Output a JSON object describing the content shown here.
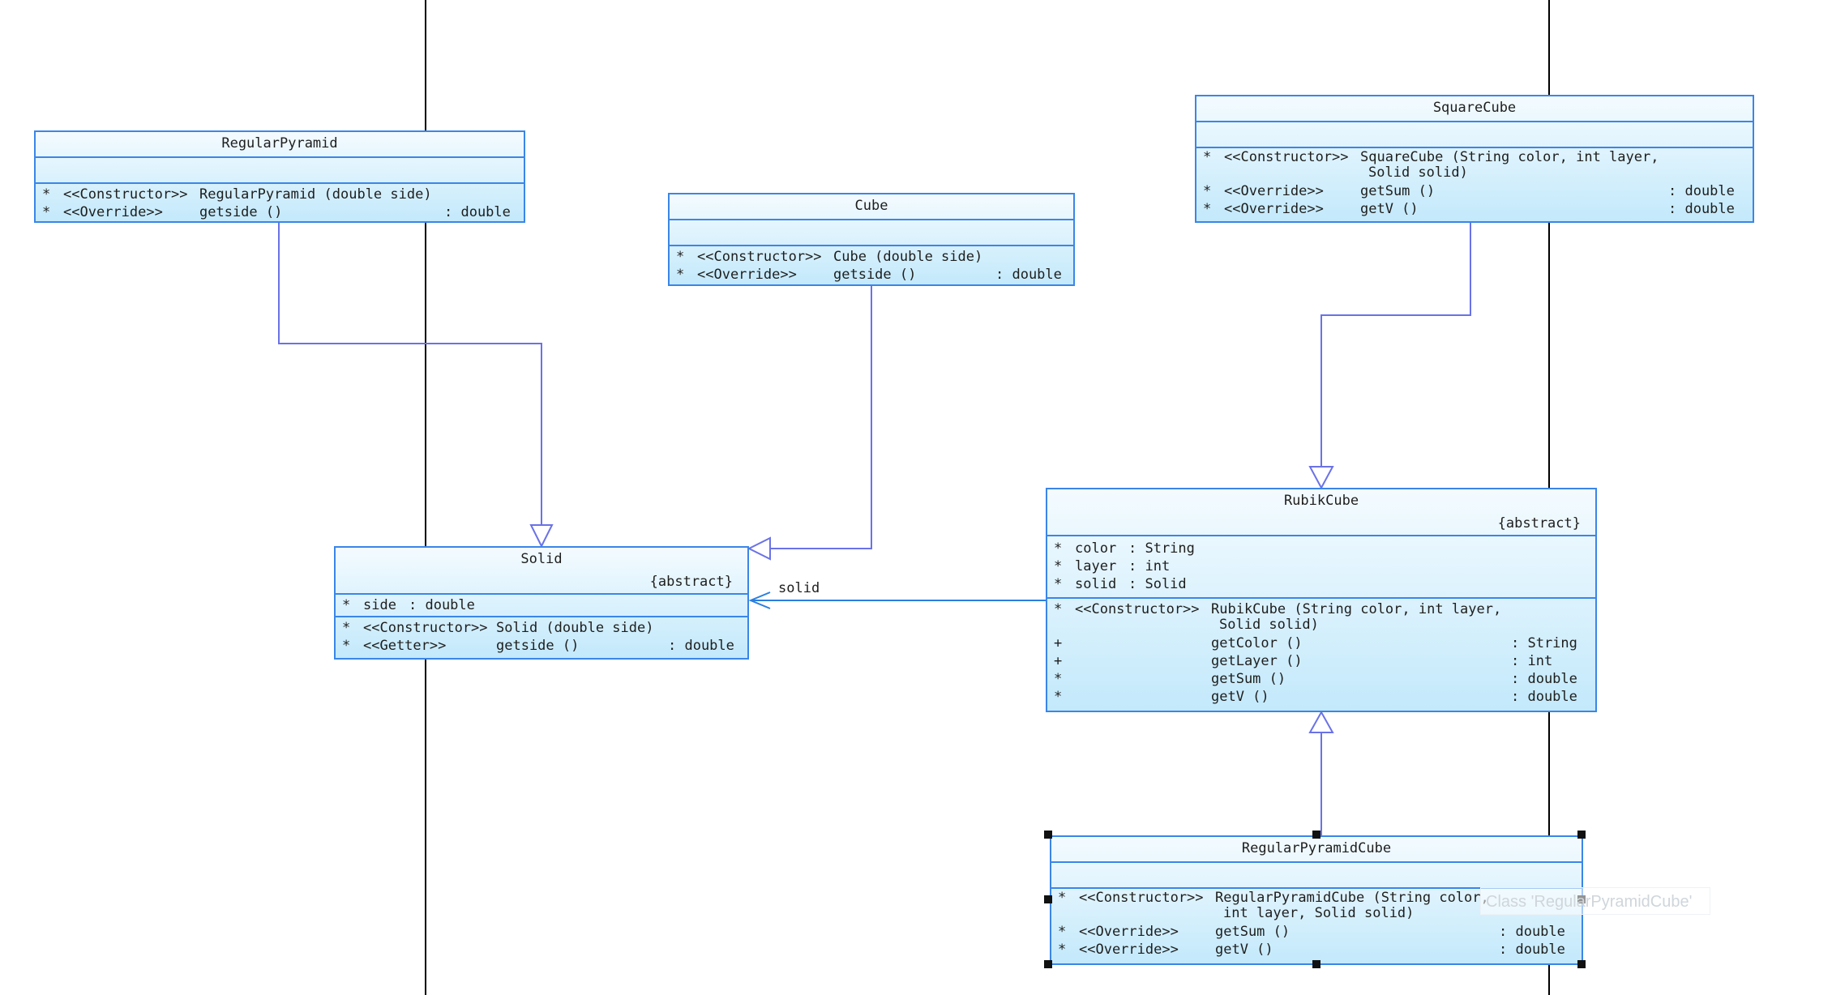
{
  "diagram": {
    "classes": {
      "regular_pyramid": {
        "name": "RegularPyramid",
        "operations": [
          {
            "mark": "*",
            "stereo": "<<Constructor>>",
            "sig": "RegularPyramid (double side)",
            "type": ""
          },
          {
            "mark": "*",
            "stereo": "<<Override>>",
            "sig": "getside ()",
            "type": ": double"
          }
        ]
      },
      "cube": {
        "name": "Cube",
        "operations": [
          {
            "mark": "*",
            "stereo": "<<Constructor>>",
            "sig": "Cube (double side)",
            "type": ""
          },
          {
            "mark": "*",
            "stereo": "<<Override>>",
            "sig": "getside ()",
            "type": ": double"
          }
        ]
      },
      "square_cube": {
        "name": "SquareCube",
        "operations": [
          {
            "mark": "*",
            "stereo": "<<Constructor>>",
            "sig": "SquareCube (String color, int layer,",
            "cont": "Solid solid)",
            "type": ""
          },
          {
            "mark": "*",
            "stereo": "<<Override>>",
            "sig": "getSum ()",
            "type": ": double"
          },
          {
            "mark": "*",
            "stereo": "<<Override>>",
            "sig": "getV ()",
            "type": ": double"
          }
        ]
      },
      "solid": {
        "name": "Solid",
        "modifier": "{abstract}",
        "attributes": [
          {
            "mark": "*",
            "name": "side",
            "type": ": double"
          }
        ],
        "operations": [
          {
            "mark": "*",
            "stereo": "<<Constructor>>",
            "sig": "Solid (double side)",
            "type": ""
          },
          {
            "mark": "*",
            "stereo": "<<Getter>>",
            "sig": "getside ()",
            "type": ": double"
          }
        ]
      },
      "rubik_cube": {
        "name": "RubikCube",
        "modifier": "{abstract}",
        "attributes": [
          {
            "mark": "*",
            "name": "color",
            "type": ": String"
          },
          {
            "mark": "*",
            "name": "layer",
            "type": ": int"
          },
          {
            "mark": "*",
            "name": "solid",
            "type": ": Solid"
          }
        ],
        "operations": [
          {
            "mark": "*",
            "stereo": "<<Constructor>>",
            "sig": "RubikCube (String color, int layer,",
            "cont": "Solid solid)",
            "type": ""
          },
          {
            "mark": "+",
            "stereo": "",
            "sig": "getColor ()",
            "type": ": String"
          },
          {
            "mark": "+",
            "stereo": "",
            "sig": "getLayer ()",
            "type": ": int"
          },
          {
            "mark": "*",
            "stereo": "",
            "sig": "getSum ()",
            "type": ": double"
          },
          {
            "mark": "*",
            "stereo": "",
            "sig": "getV ()",
            "type": ": double"
          }
        ]
      },
      "regular_pyramid_cube": {
        "name": "RegularPyramidCube",
        "operations": [
          {
            "mark": "*",
            "stereo": "<<Constructor>>",
            "sig": "RegularPyramidCube (String color,",
            "cont": "int layer, Solid solid)",
            "type": ""
          },
          {
            "mark": "*",
            "stereo": "<<Override>>",
            "sig": "getSum ()",
            "type": ": double"
          },
          {
            "mark": "*",
            "stereo": "<<Override>>",
            "sig": "getV ()",
            "type": ": double"
          }
        ]
      }
    },
    "association_label": "solid",
    "tooltip": "Class 'RegularPyramidCube'",
    "colors": {
      "border": "#3a86e8",
      "connector": "#6a72e6",
      "association": "#2a7fe0",
      "lifeline": "#000000"
    }
  }
}
